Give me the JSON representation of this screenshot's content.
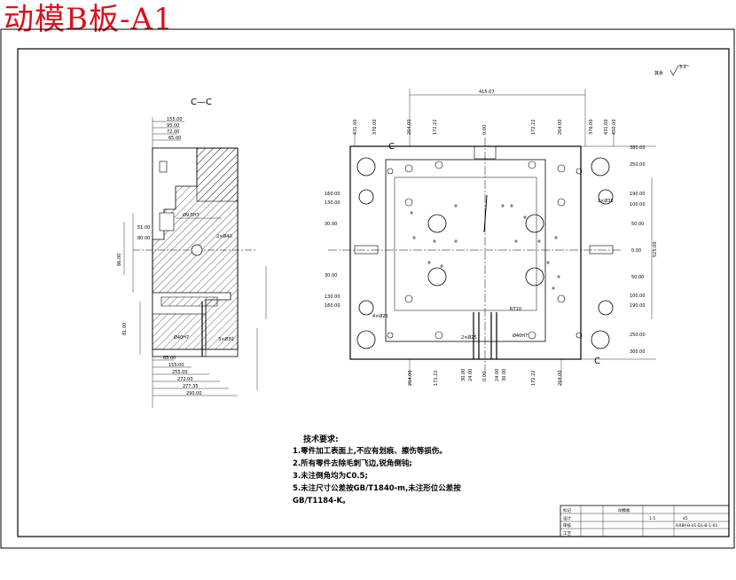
{
  "title": "动模B板-A1",
  "section_label": "C—C",
  "surface_note": "其余",
  "roughness": "3.2",
  "tech_requirements": {
    "heading": "技术要求:",
    "items": [
      "1.零件加工表面上,不应有划痕、擦伤等损伤。",
      "2.所有零件去除毛刺飞边,锐角倒钝;",
      "3.未注倒角均为C0.5;",
      "5.未注尺寸公差按GB/T1840-m,未注形位公差按",
      "GB/T1184-K。"
    ]
  },
  "section_dims": {
    "top": [
      "155.00",
      "95.00",
      "72.00",
      "65.00"
    ],
    "bottom": [
      "65.00",
      "155.00",
      "255.00",
      "272.00",
      "277.35",
      "290.00"
    ],
    "left": [
      "80.00",
      "51.00",
      "81.00",
      "86.00"
    ],
    "misc": [
      "Ø9.5H7",
      "2×Ø40",
      "3×Ø30",
      "Ø40H7"
    ]
  },
  "plan_dims": {
    "top_vertical": [
      "431.00",
      "376.00",
      "264.00",
      "172.22",
      "0.00",
      "172.22",
      "264.00",
      "376.00",
      "431.00",
      "450.00"
    ],
    "top_horizontal": "415.07",
    "right": [
      "380.00",
      "250.00",
      "190.00",
      "100.00",
      "50.00",
      "0.00",
      "50.00",
      "100.00",
      "190.00",
      "250.00",
      "300.00"
    ],
    "left": [
      "160.00",
      "130.00",
      "30.00",
      "30.00",
      "130.00",
      "160.00"
    ],
    "overall_height": "525.00",
    "bottom_vertical": [
      "264.00",
      "172.22",
      "30.00",
      "24.00",
      "0.00",
      "24.00",
      "30.00",
      "172.22",
      "264.00"
    ],
    "callouts": [
      "2×Ø35",
      "2×Ø25",
      "Ø40H7",
      "R710",
      "4×Ø25"
    ]
  },
  "title_block": {
    "part_name": "动模板",
    "drawing_no": "HXBY-B-01-DL-B-1-01",
    "material": "45",
    "scale": "1:5",
    "rows": [
      "标记",
      "设计",
      "审核",
      "工艺"
    ]
  }
}
